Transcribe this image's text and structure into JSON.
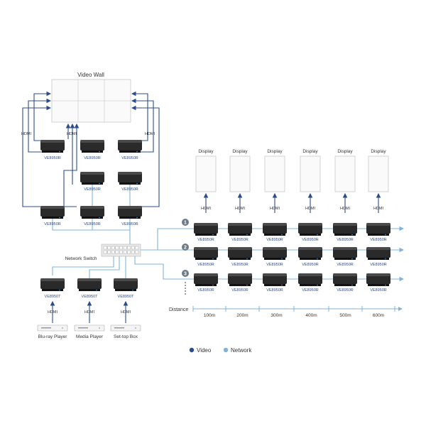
{
  "video_wall": {
    "label": "Video Wall"
  },
  "hdmi_label": "HDMI",
  "receiver_model": "VE8950R",
  "transmitter_model": "VE8950T",
  "network_switch": {
    "label": "Network Switch"
  },
  "displays": {
    "label": "Display",
    "columns": [
      "Display",
      "Display",
      "Display",
      "Display",
      "Display",
      "Display"
    ]
  },
  "rows": [
    "1",
    "2",
    "3"
  ],
  "sources": [
    "Blu-ray Player",
    "Media Player",
    "Set-top Box"
  ],
  "distance": {
    "label": "Distance",
    "marks": [
      "100m",
      "200m",
      "300m",
      "400m",
      "500m",
      "600m"
    ]
  },
  "legend": {
    "video": {
      "label": "Video",
      "color": "#2b4c8c"
    },
    "network": {
      "label": "Network",
      "color": "#7fb3dc"
    }
  }
}
